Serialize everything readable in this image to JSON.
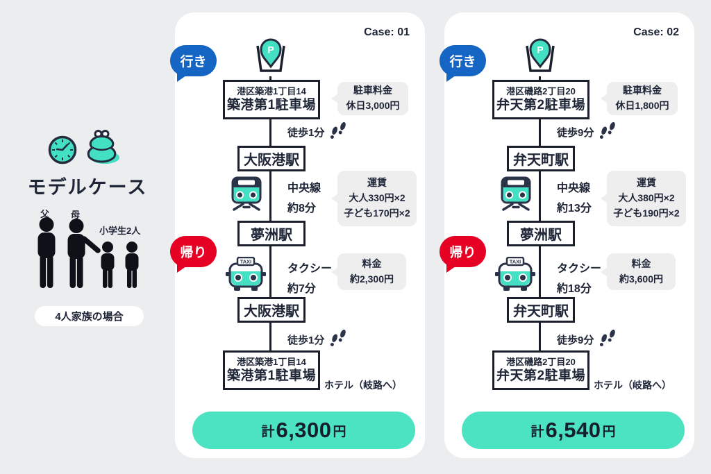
{
  "colors": {
    "background": "#ECEDEF",
    "card": "#FFFFFF",
    "accent_mint": "#4CE3C2",
    "badge_blue": "#1565C4",
    "badge_red": "#E60023",
    "ink": "#1E2536",
    "bubble_gray": "#EEEEEF",
    "icon_teal": "#43E0C4",
    "icon_navy": "#2A3247"
  },
  "left_panel": {
    "icons": [
      "clock-icon",
      "purse-icon"
    ],
    "title": "モデルケース",
    "father_label": "父",
    "mother_label": "母",
    "children_label": "小学生2人",
    "caption": "4人家族の場合"
  },
  "badges": {
    "outbound": "行き",
    "return": "帰り"
  },
  "cases": [
    {
      "case_label": "Case: 01",
      "parking_address": "港区築港1丁目14",
      "parking_name": "築港第1駐車場",
      "parking_fee_title": "駐車料金",
      "parking_fee_value": "休日3,000円",
      "walk_label": "徒歩1分",
      "station_boarding": "大阪港駅",
      "train_line": "中央線",
      "train_time": "約8分",
      "fare_title": "運賃",
      "fare_adult": "大人330円×2",
      "fare_child": "子ども170円×2",
      "station_destination": "夢洲駅",
      "taxi_label": "タクシー",
      "taxi_time": "約7分",
      "taxi_fee_title": "料金",
      "taxi_fee_value": "約2,300円",
      "station_return": "大阪港駅",
      "walk_label_return": "徒歩1分",
      "hotel_note": "ホテル（岐路へ）",
      "total_prefix": "計",
      "total_amount": "6,300",
      "total_unit": "円"
    },
    {
      "case_label": "Case: 02",
      "parking_address": "港区磯路2丁目20",
      "parking_name": "弁天第2駐車場",
      "parking_fee_title": "駐車料金",
      "parking_fee_value": "休日1,800円",
      "walk_label": "徒歩9分",
      "station_boarding": "弁天町駅",
      "train_line": "中央線",
      "train_time": "約13分",
      "fare_title": "運賃",
      "fare_adult": "大人380円×2",
      "fare_child": "子ども190円×2",
      "station_destination": "夢洲駅",
      "taxi_label": "タクシー",
      "taxi_time": "約18分",
      "taxi_fee_title": "料金",
      "taxi_fee_value": "約3,600円",
      "station_return": "弁天町駅",
      "walk_label_return": "徒歩9分",
      "hotel_note": "ホテル（岐路へ）",
      "total_prefix": "計",
      "total_amount": "6,540",
      "total_unit": "円"
    }
  ]
}
